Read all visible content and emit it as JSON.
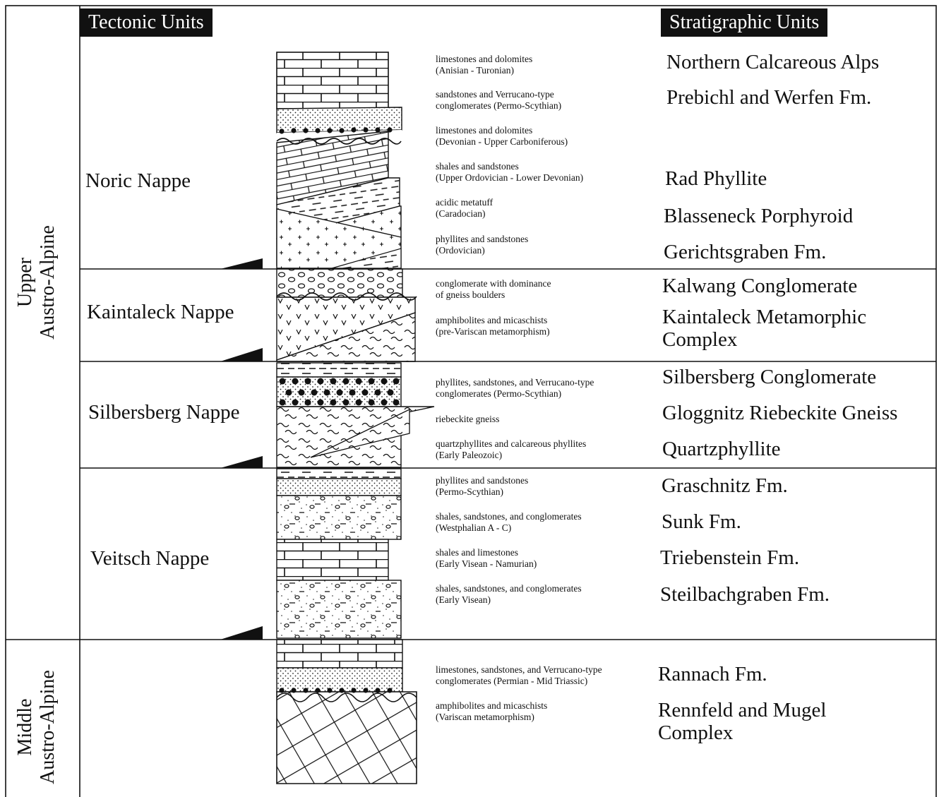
{
  "headers": {
    "tectonic": "Tectonic Units",
    "stratigraphic": "Stratigraphic Units"
  },
  "groups": {
    "upper": [
      "Upper",
      "Austro-Alpine"
    ],
    "middle": [
      "Middle",
      "Austro-Alpine"
    ]
  },
  "nappes": [
    "Noric Nappe",
    "Kaintaleck Nappe",
    "Silbersberg Nappe",
    "Veitsch Nappe"
  ],
  "layers": [
    {
      "desc": [
        "limestones and dolomites",
        "(Anisian - Turonian)"
      ],
      "unit": [
        "Northern Calcareous Alps"
      ]
    },
    {
      "desc": [
        "sandstones and Verrucano-type",
        "conglomerates (Permo-Scythian)"
      ],
      "unit": [
        "Prebichl and Werfen Fm."
      ]
    },
    {
      "desc": [
        "limestones and dolomites",
        "(Devonian - Upper Carboniferous)"
      ],
      "unit": []
    },
    {
      "desc": [
        "shales and sandstones",
        "(Upper Ordovician - Lower Devonian)"
      ],
      "unit": [
        "Rad Phyllite"
      ]
    },
    {
      "desc": [
        "acidic metatuff",
        "(Caradocian)"
      ],
      "unit": [
        "Blasseneck Porphyroid"
      ]
    },
    {
      "desc": [
        "phyllites and sandstones",
        "(Ordovician)"
      ],
      "unit": [
        "Gerichtsgraben Fm."
      ]
    },
    {
      "desc": [
        "conglomerate with dominance",
        "of gneiss boulders"
      ],
      "unit": [
        "Kalwang Conglomerate"
      ]
    },
    {
      "desc": [
        "amphibolites and micaschists",
        "(pre-Variscan metamorphism)"
      ],
      "unit": [
        "Kaintaleck Metamorphic",
        "Complex"
      ]
    },
    {
      "desc": [
        "phyllites, sandstones, and Verrucano-type",
        "conglomerates (Permo-Scythian)"
      ],
      "unit": [
        "Silbersberg Conglomerate"
      ]
    },
    {
      "desc": [
        "riebeckite gneiss"
      ],
      "unit": [
        "Gloggnitz Riebeckite Gneiss"
      ]
    },
    {
      "desc": [
        "quartzphyllites and calcareous phyllites",
        "(Early Paleozoic)"
      ],
      "unit": [
        "Quartzphyllite"
      ]
    },
    {
      "desc": [
        "phyllites and sandstones",
        "(Permo-Scythian)"
      ],
      "unit": [
        "Graschnitz Fm."
      ]
    },
    {
      "desc": [
        "shales, sandstones, and conglomerates",
        "(Westphalian A - C)"
      ],
      "unit": [
        "Sunk Fm."
      ]
    },
    {
      "desc": [
        "shales and limestones",
        "(Early Visean - Namurian)"
      ],
      "unit": [
        "Triebenstein Fm."
      ]
    },
    {
      "desc": [
        "shales, sandstones, and conglomerates",
        "(Early Visean)"
      ],
      "unit": [
        "Steilbachgraben Fm."
      ]
    },
    {
      "desc": [
        "limestones, sandstones, and Verrucano-type",
        "conglomerates (Permian - Mid Triassic)"
      ],
      "unit": [
        "Rannach Fm."
      ]
    },
    {
      "desc": [
        "amphibolites and micaschists",
        "(Variscan metamorphism)"
      ],
      "unit": [
        "Rennfeld and Mugel",
        "Complex"
      ]
    }
  ]
}
